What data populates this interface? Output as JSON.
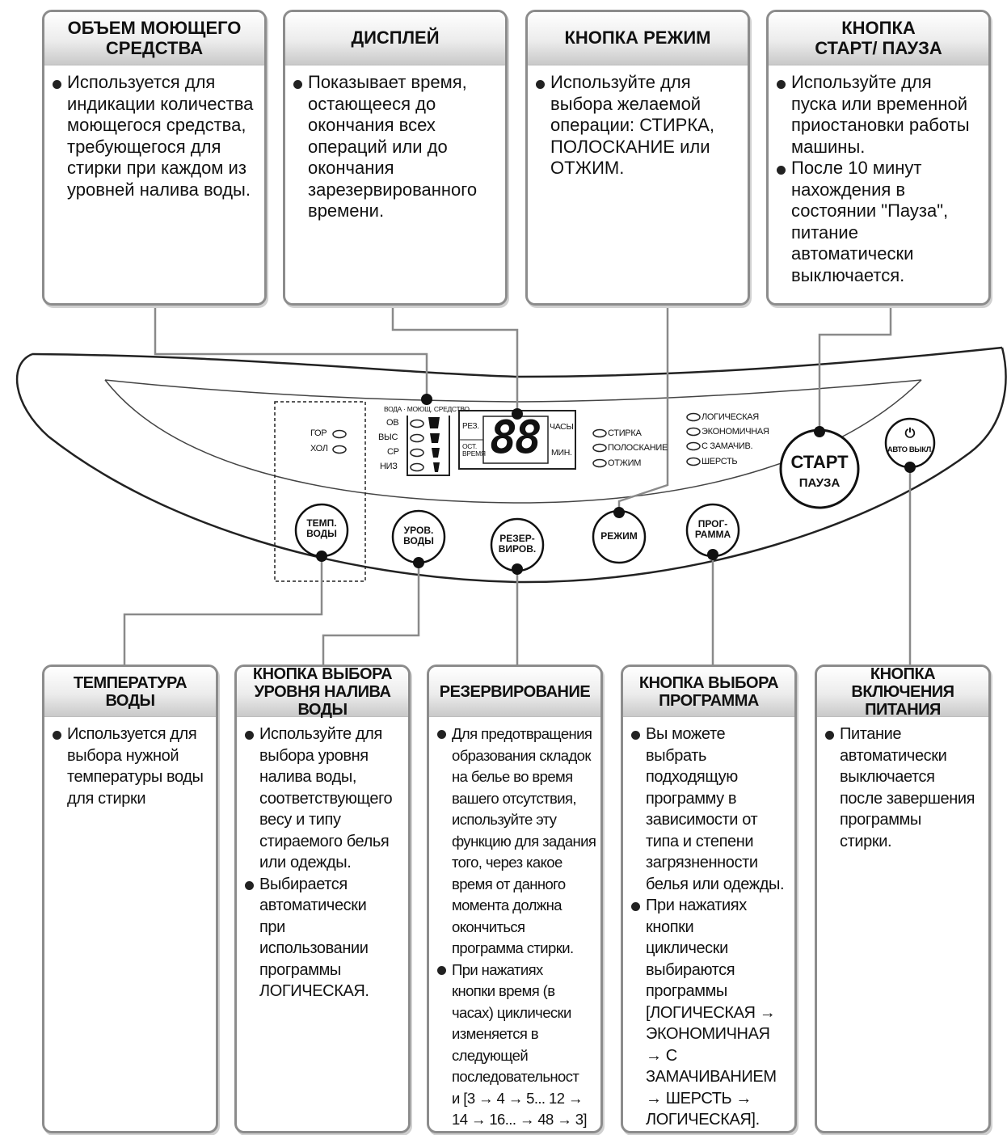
{
  "top_boxes": [
    {
      "id": "detergent",
      "title": "ОБЪЕМ МОЮЩЕГО\nСРЕДСТВА",
      "bullets": [
        "Используется для\nиндикации количества\nмоющегося средства,\nтребующегося для\nстирки при каждом из\nуровней налива воды."
      ]
    },
    {
      "id": "display",
      "title": "ДИСПЛЕЙ",
      "bullets": [
        "Показывает время,\nостающееся до\nокончания всех\nопераций или до\nокончания\nзарезервированного\nвремени."
      ]
    },
    {
      "id": "mode",
      "title": "КНОПКА РЕЖИМ",
      "bullets": [
        "Используйте для\nвыбора желаемой\nоперации: СТИРКА,\nПОЛОСКАНИЕ или\nОТЖИМ."
      ]
    },
    {
      "id": "start",
      "title": "КНОПКА\nСТАРТ/ ПАУЗА",
      "bullets": [
        "Используйте для\nпуска или временной\nприостановки работы\nмашины.",
        "После 10 минут\nнахождения в\nсостоянии \"Пауза\",\nпитание\nавтоматически\nвыключается."
      ]
    }
  ],
  "bottom_boxes": [
    {
      "id": "temp",
      "title": "ТЕМПЕРАТУРА ВОДЫ",
      "bullets": [
        "Используется для\nвыбора нужной\nтемпературы воды\nдля стирки"
      ]
    },
    {
      "id": "level",
      "title": "КНОПКА ВЫБОРА\nУРОВНЯ  НАЛИВА ВОДЫ",
      "bullets": [
        "Используйте для\nвыбора уровня\nналива воды,\nсоответствующего\nвесу и типу\nстираемого белья\nили одежды.",
        "Выбирается\nавтоматически\nпри\nиспользовании\nпрограммы\nЛОГИЧЕСКАЯ."
      ]
    },
    {
      "id": "reserve",
      "title": "РЕЗЕРВИРОВАНИЕ",
      "bullets": [
        "Для предотвращения\nобразования складок\nна белье во время\nвашего отсутствия,\nиспользуйте эту\nфункцию для задания\nтого, через какое\nвремя от данного\nмомента должна\nокончиться\nпрограмма стирки.",
        "При нажатиях\nкнопки время (в\nчасах) циклически\nизменяется в\nследующей\nпоследовательност\nи [3 → 4 → 5... 12 →\n14 → 16... → 48 → 3]"
      ]
    },
    {
      "id": "program",
      "title": "КНОПКА ВЫБОРА\nПРОГРАММА",
      "bullets": [
        "Вы можете\nвыбрать\nподходящую\nпрограмму в\nзависимости от\nтипа и степени\nзагрязненности\nбелья или одежды.",
        "При нажатиях\nкнопки\nциклически\nвыбираются\nпрограммы\n[ЛОГИЧЕСКАЯ →\nЭКОНОМИЧНАЯ\n→ С ЗАМАЧИВАНИЕМ\n→ ШЕРСТЬ →\nЛОГИЧЕСКАЯ]."
      ]
    },
    {
      "id": "power",
      "title": "КНОПКА ВКЛЮЧЕНИЯ\nПИТАНИЯ",
      "bullets": [
        "Питание\nавтоматически\nвыключается\nпосле завершения\nпрограммы\nстирки."
      ]
    }
  ],
  "panel": {
    "temp_labels": [
      "ГОР",
      "ХОЛ"
    ],
    "level_header": "ВОДА · МОЮЩ. СРЕДСТВО",
    "level_labels": [
      "ОВ",
      "ВЫС",
      "СР",
      "НИЗ"
    ],
    "display_left_top": "РЕЗ.",
    "display_left_bottom": "ОСТ.\nВРЕМЯ",
    "display_digits": "88",
    "display_right_top": "ЧАСЫ",
    "display_right_bottom": "МИН.",
    "modes": [
      "СТИРКА",
      "ПОЛОСКАНИЕ",
      "ОТЖИМ"
    ],
    "programs": [
      "ЛОГИЧЕСКАЯ",
      "ЭКОНОМИЧНАЯ",
      "С ЗАМАЧИВ.",
      "ШЕРСТЬ"
    ],
    "buttons": {
      "temp": "ТЕМП.\nВОДЫ",
      "level": "УРОВ.\nВОДЫ",
      "reserve": "РЕЗЕР-\nВИРОВ.",
      "mode": "РЕЖИМ",
      "program": "ПРОГ-\nРАММА",
      "start_line1": "СТАРТ",
      "start_line2": "ПАУЗА",
      "power_symbol": "⏻",
      "power": "АВТО ВЫКЛ."
    }
  }
}
